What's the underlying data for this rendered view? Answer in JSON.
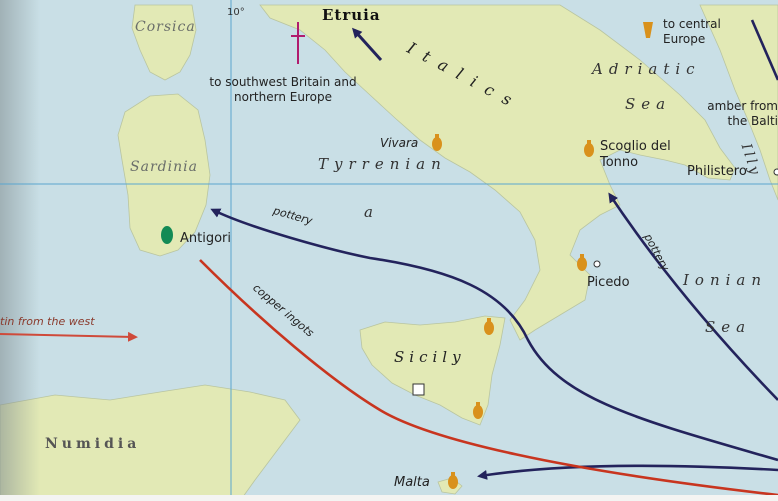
{
  "map": {
    "grid_label": "10°",
    "regions": {
      "corsica": "Corsica",
      "sardinia": "Sardinia",
      "numidia": "Numidia",
      "etruria": "Etruia",
      "italics": "Italics"
    },
    "seas": {
      "tyrrhenian_1": "Tyrrenian",
      "tyrrhenian_2": "a",
      "adriatic_1": "Adriatic",
      "adriatic_2": "Sea",
      "ionian_1": "Ionian",
      "ionian_2": "Sea",
      "illyria": "Illy"
    },
    "places": {
      "vivara": "Vivara",
      "scoglio": "Scoglio del Tonno",
      "philistero": "Philistero",
      "picedo": "Picedo",
      "sicily": "Sicily",
      "antigori": "Antigori",
      "malta": "Malta"
    },
    "notes": {
      "southwest": "to southwest Britain and northern Europe",
      "central": "to central Europe",
      "amber": "amber from the Balti",
      "west": "tin from the west"
    },
    "routes": {
      "pottery_west": "pottery",
      "copper": "copper ingots",
      "pottery_ionian": "pottery"
    },
    "colors": {
      "land": "#e2e9b5",
      "sea": "#c9dfe6",
      "pottery_route": "#23235c",
      "copper_route": "#c8351f",
      "amphora": "#d9911c",
      "ox_hide": "#128a55",
      "tin_route": "#cf4a3a",
      "dagger": "#b01c6e"
    },
    "icons": [
      "amphora-icon",
      "dagger-icon",
      "ox-hide-ingot-icon",
      "square-marker-icon"
    ]
  }
}
